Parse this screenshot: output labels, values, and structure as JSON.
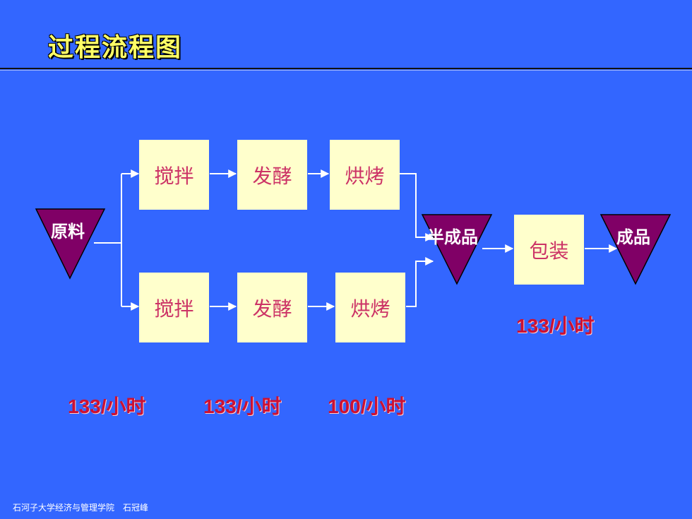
{
  "title": "过程流程图",
  "nodes": {
    "raw": "原料",
    "top_mix": "搅拌",
    "top_ferment": "发酵",
    "top_bake": "烘烤",
    "bot_mix": "搅拌",
    "bot_ferment": "发酵",
    "bot_bake": "烘烤",
    "semi": "半成品",
    "pack": "包装",
    "finished": "成品"
  },
  "rates": {
    "mix": "133/小时",
    "ferment": "133/小时",
    "bake": "100/小时",
    "pack": "133/小时"
  },
  "colors": {
    "background": "#3366ff",
    "title": "#ffff66",
    "box_fill": "#ffffcc",
    "box_text": "#cc3366",
    "triangle_fill": "#800066",
    "rate_text": "#cc1133"
  },
  "footer": "石河子大学经济与管理学院　石冠峰"
}
